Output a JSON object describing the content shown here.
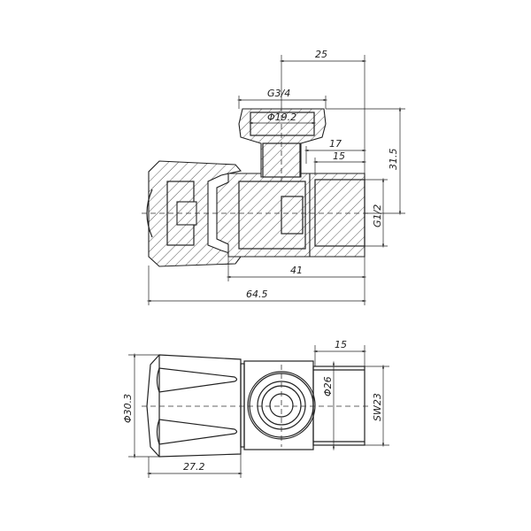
{
  "side_view": {
    "dims": {
      "d25": "25",
      "g34": "G3/4",
      "phi192": "Φ19.2",
      "d17": "17",
      "d15": "15",
      "d315": "31.5",
      "g12": "G1/2",
      "d41": "41",
      "d645": "64.5"
    }
  },
  "front_view": {
    "dims": {
      "d15": "15",
      "phi26": "Φ26",
      "sw23": "SW23",
      "phi303": "Φ30.3",
      "d272": "27.2"
    }
  }
}
